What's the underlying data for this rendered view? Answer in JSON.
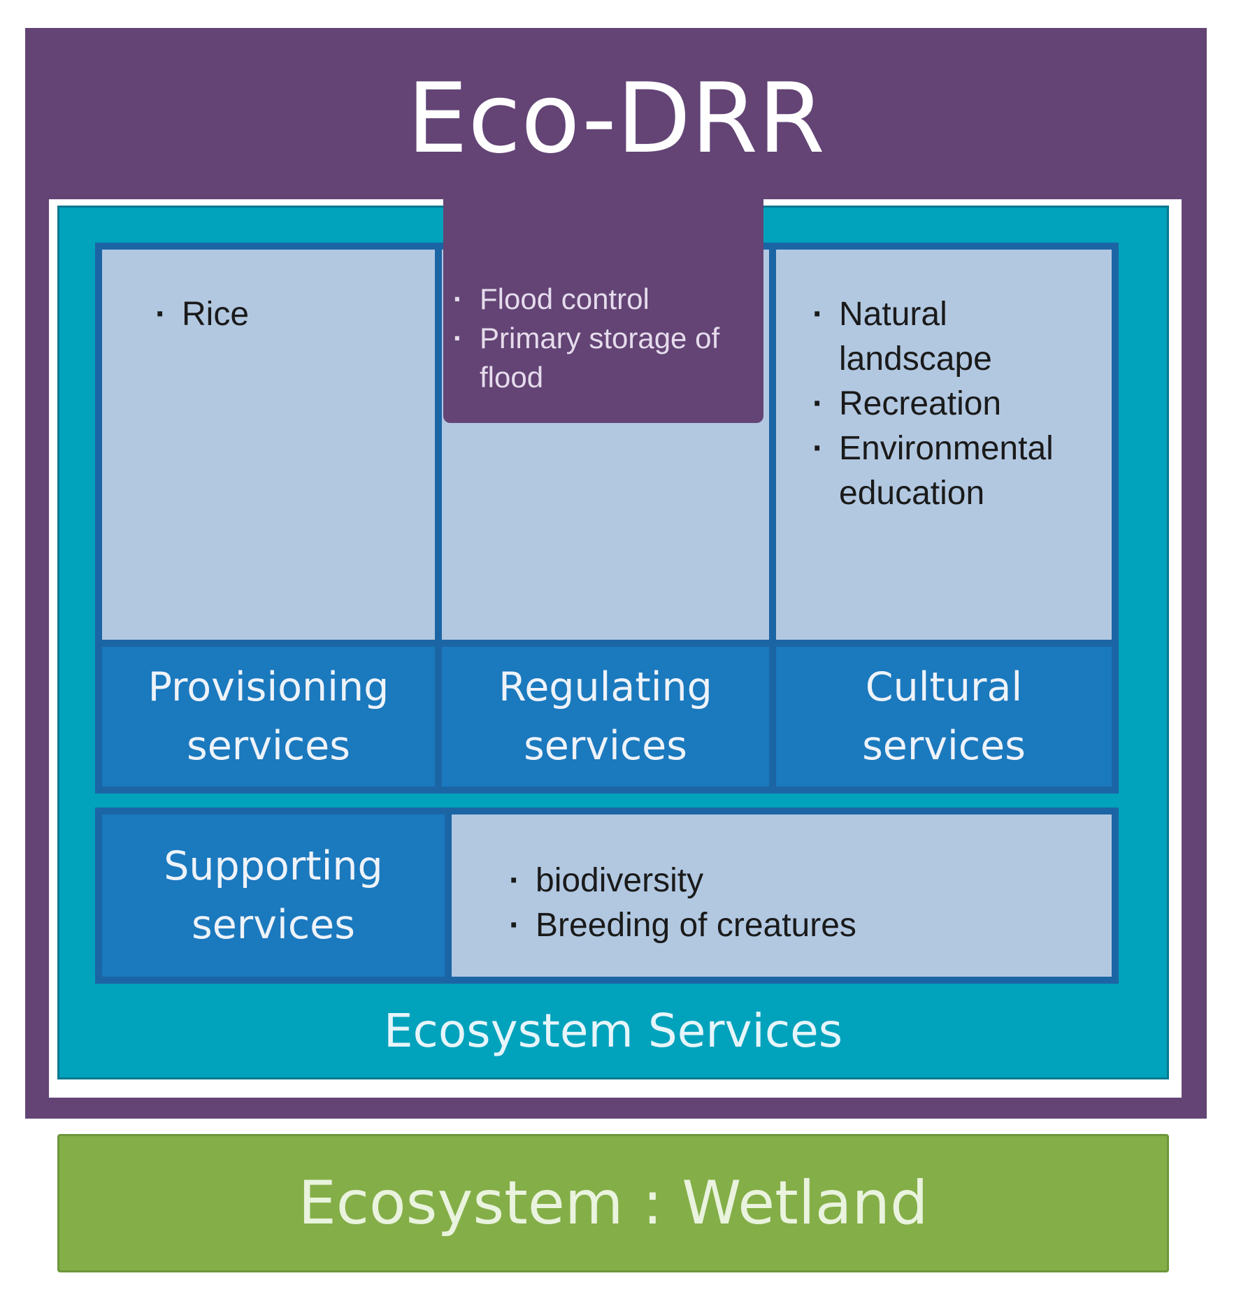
{
  "title": "Eco-DRR",
  "ecosystem_services_label": "Ecosystem Services",
  "columns": {
    "provisioning": {
      "label_line1": "Provisioning",
      "label_line2": "services",
      "items": [
        "Rice"
      ]
    },
    "regulating": {
      "label_line1": "Regulating",
      "label_line2": "services",
      "items": [
        "Flood control",
        "Primary storage of flood"
      ]
    },
    "cultural": {
      "label_line1": "Cultural",
      "label_line2": "services",
      "items": [
        "Natural landscape",
        "Recreation",
        "Environmental education"
      ]
    }
  },
  "supporting": {
    "label_line1": "Supporting",
    "label_line2": "services",
    "items": [
      "biodiversity",
      "Breeding of creatures"
    ]
  },
  "ecosystem_bar": "Ecosystem : Wetland",
  "colors": {
    "eco_drr_purple": "#634475",
    "services_teal": "#01a2bc",
    "service_label_blue": "#1b79be",
    "service_body_pale": "#b2c8e1",
    "wetland_green": "#84ae47"
  }
}
